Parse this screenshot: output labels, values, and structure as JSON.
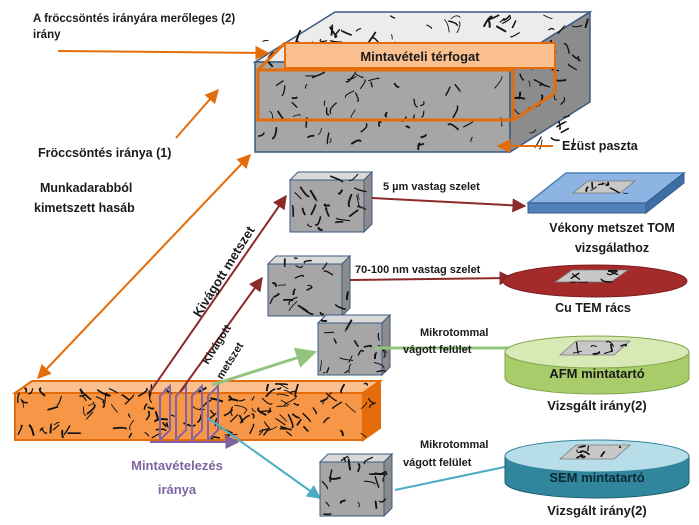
{
  "colors": {
    "orange": "#E46C0A",
    "orange_fill": "#FAC090",
    "darkred": "#8B2A2A",
    "green": "#93C47D",
    "teal": "#4BACC6",
    "purple": "#8064A2",
    "steel_blue": "#4F81BD",
    "gray_box": "#A6A6A6",
    "fiber": "#111111"
  },
  "labels": {
    "perp_direction_line1": "A fröccsöntés irányára merőleges (2)",
    "perp_direction_line2": "irány",
    "sampling_volume": "Mintavételi térfogat",
    "injection_direction": "Fröccsöntés iránya (1)",
    "silver_paste": "Ezüst paszta",
    "cut_prism_line1": "Munkadarabból",
    "cut_prism_line2": "kimetszett hasáb",
    "cut_section_big": "Kivágott metszet",
    "cut_section_small_line1": "Kivágott",
    "cut_section_small_line2": "metszet",
    "slice_5um": "5 µm vastag szelet",
    "thin_section_line1": "Vékony metszet TOM",
    "thin_section_line2": "vizsgálathoz",
    "slice_70_100nm": "70-100 nm vastag szelet",
    "cu_tem_grid": "Cu TEM rács",
    "microtome_1_line1": "Mikrotommal",
    "microtome_1_line2": "vágott felület",
    "afm_holder": "AFM mintatartó",
    "examined_dir_1": "Vizsgált irány(2)",
    "microtome_2_line1": "Mikrotommal",
    "microtome_2_line2": "vágott felület",
    "sem_holder": "SEM mintatartó",
    "examined_dir_2": "Vizsgált irány(2)",
    "sampling_direction_line1": "Mintavételezés",
    "sampling_direction_line2": "iránya"
  }
}
